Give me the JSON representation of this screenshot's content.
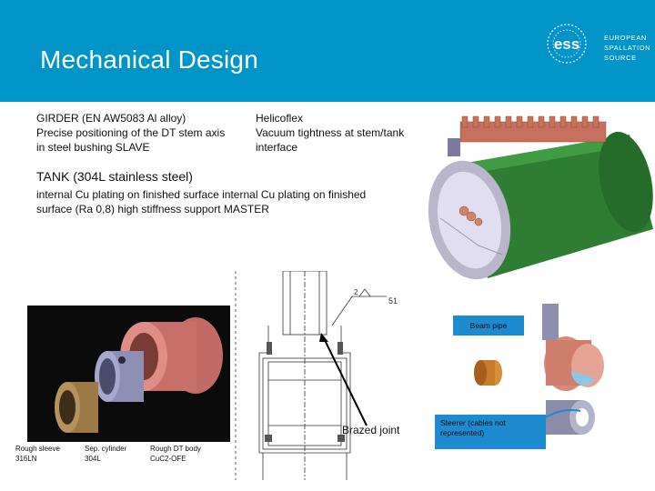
{
  "header": {
    "title": "Mechanical Design",
    "logo": {
      "mark": "ess",
      "lines": [
        "EUROPEAN",
        "SPALLATION",
        "SOURCE"
      ]
    }
  },
  "girder": {
    "lines": [
      "GIRDER (EN AW5083 Al alloy)",
      "Precise positioning of the DT stem axis",
      "in steel bushing SLAVE"
    ]
  },
  "helicoflex": {
    "lines": [
      "Helicoflex",
      "Vacuum tightness at stem/tank",
      "interface"
    ]
  },
  "tank": {
    "heading": "TANK (304L stainless steel)",
    "lines": [
      "internal Cu plating on finished surface internal Cu plating on finished",
      "surface (Ra 0,8)  high stiffness support MASTER"
    ]
  },
  "drawing": {
    "symbol_value": "2",
    "symbol_number": "51",
    "brazed_label": "Brazed joint"
  },
  "parts_captions": [
    {
      "line1": "Rough sleeve",
      "line2": "316LN"
    },
    {
      "line1": "Sep. cylinder",
      "line2": "304L"
    },
    {
      "line1": "Rough DT body",
      "line2": "CuC2-OFE"
    }
  ],
  "assembly": {
    "beam_pipe_label": "Beam pipe",
    "steerer_label": "Steerer (cables not represented)"
  },
  "colors": {
    "header_bg": "#0094c9",
    "label_bg": "#1e8ad0",
    "tank_green": "#2e7d32",
    "copper": "#c8725a"
  }
}
